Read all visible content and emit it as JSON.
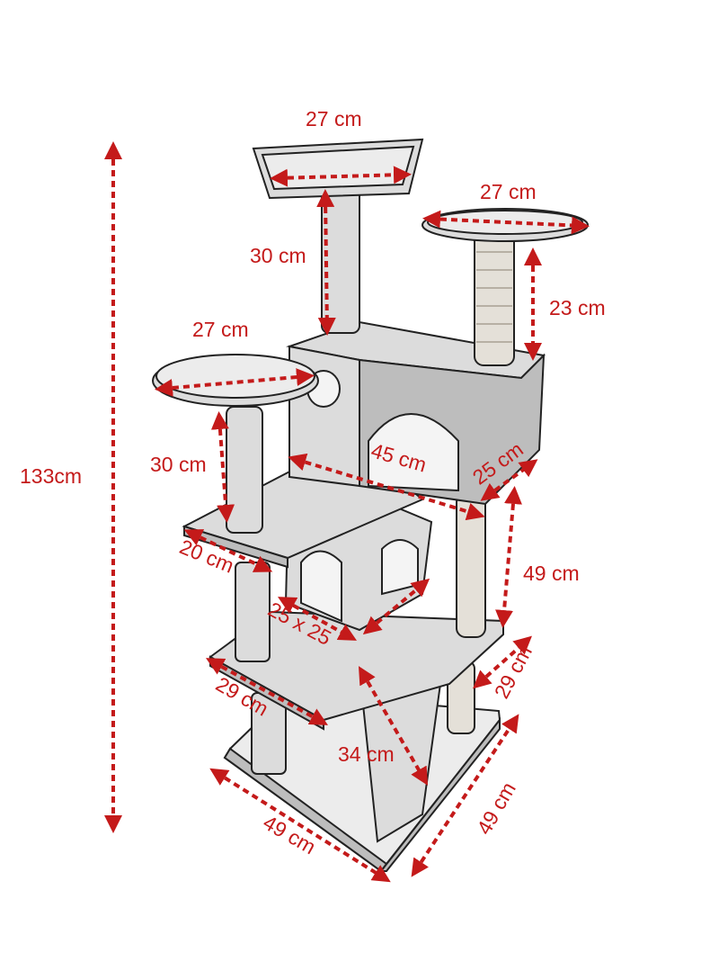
{
  "colors": {
    "dimension": "#c41a1a",
    "felt": "#dcdcdc",
    "outline": "#222222"
  },
  "labels": {
    "total_height": "133cm",
    "top_platform_width": "27 cm",
    "top_post_height": "30 cm",
    "right_platform_width": "27 cm",
    "right_post_height": "23 cm",
    "left_platform_width": "27 cm",
    "left_post_height": "30 cm",
    "house_diagonal": "45 cm",
    "house_depth": "25 cm",
    "mid_platform_depth": "20 cm",
    "right_tall_post": "49 cm",
    "cube_size": "25 x 25",
    "right_small_depth": "29 cm",
    "lower_platform_width": "29 cm",
    "ramp_length": "34 cm",
    "base_width": "49 cm",
    "base_depth": "49 cm"
  }
}
